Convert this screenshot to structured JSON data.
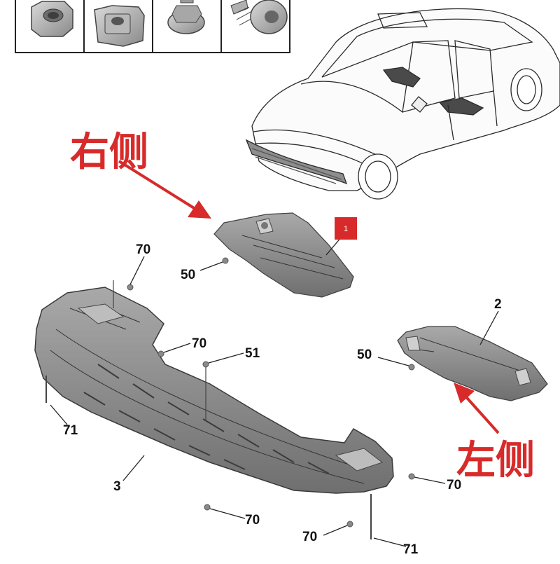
{
  "fastener_panel": {
    "icons": [
      "nut-icon",
      "clip-nut-icon",
      "flange-bolt-icon",
      "screw-icon"
    ]
  },
  "labels": {
    "right_side": "右侧",
    "left_side": "左侧"
  },
  "badge": {
    "text": "1",
    "color": "#d82a2a"
  },
  "callouts": {
    "c70_a": "70",
    "c50_a": "50",
    "c70_b": "70",
    "c51": "51",
    "c2": "2",
    "c50_b": "50",
    "c71_a": "71",
    "c3": "3",
    "c70_c": "70",
    "c70_d": "70",
    "c70_e": "70",
    "c71_b": "71"
  },
  "colors": {
    "annotation_red": "#d82a2a",
    "part_fill": "#8e8e8e",
    "line": "#333333"
  }
}
